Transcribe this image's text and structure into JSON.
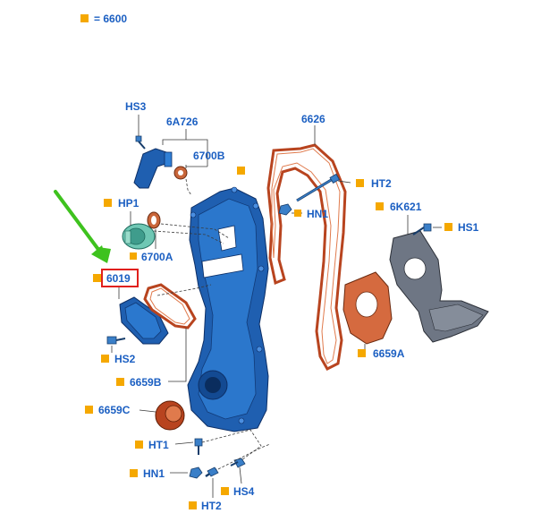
{
  "legend": {
    "color": "#f5a800",
    "text": "= 6600"
  },
  "labels": {
    "hs3": "HS3",
    "p6a726": "6A726",
    "p6700b": "6700B",
    "p6626": "6626",
    "ht2_top": "HT2",
    "hn1_top": "HN1",
    "p6k621": "6K621",
    "hs1": "HS1",
    "hp1": "HP1",
    "p6700a": "6700A",
    "p6019": "6019",
    "hs2": "HS2",
    "p6659a": "6659A",
    "p6659b": "6659B",
    "p6659c": "6659C",
    "ht1": "HT1",
    "hn1_bottom": "HN1",
    "hs4": "HS4",
    "ht2_bottom": "HT2"
  },
  "colors": {
    "label": "#1b5fc2",
    "marker": "#f5a800",
    "highlight_box": "#e0201c",
    "arrow": "#3ec21e",
    "cover": "#1f5fb0",
    "gasket": "#b8441f",
    "bracket": "#6e7684"
  }
}
